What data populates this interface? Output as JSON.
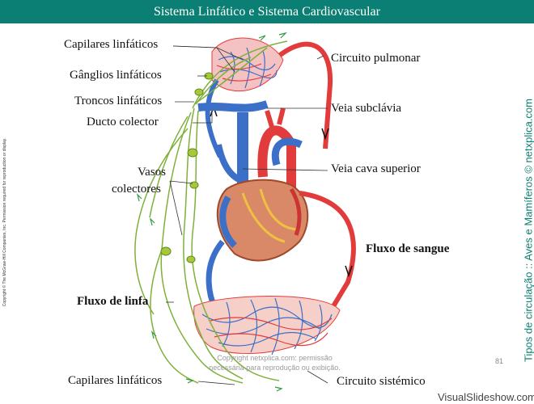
{
  "header": {
    "title": "Sistema Linfático e Sistema Cardiovascular"
  },
  "labels": {
    "capilares_top": "Capilares linfáticos",
    "ganglios": "Gânglios linfáticos",
    "troncos": "Troncos linfáticos",
    "ducto": "Ducto colector",
    "vasos_1": "Vasos",
    "vasos_2": "colectores",
    "fluxo_linfa": "Fluxo de linfa",
    "capilares_bottom": "Capilares linfáticos",
    "circuito_pulmonar": "Circuito pulmonar",
    "veia_subclavia": "Veia subclávia",
    "veia_cava": "Veia cava superior",
    "fluxo_sangue": "Fluxo de sangue",
    "circuito_sistemico": "Circuito sistémico"
  },
  "side_text": "Tipos de circulação :: Aves e Mamíferos © netxplica.com",
  "copyright": "Copyright © The McGraw-Hill Companies, Inc. Permission required for reproduction or display.",
  "watermark": {
    "line1": "Copyright netxplica.com: permissão",
    "line2": "necessária para reprodução ou exibição."
  },
  "page_number": "81",
  "brand": "VisualSlideshow.com",
  "colors": {
    "title_bg": "#0b7f73",
    "artery": "#e23b3b",
    "vein": "#3b6fc8",
    "lymph": "#7fb03a",
    "side_text": "#0b7f73"
  }
}
